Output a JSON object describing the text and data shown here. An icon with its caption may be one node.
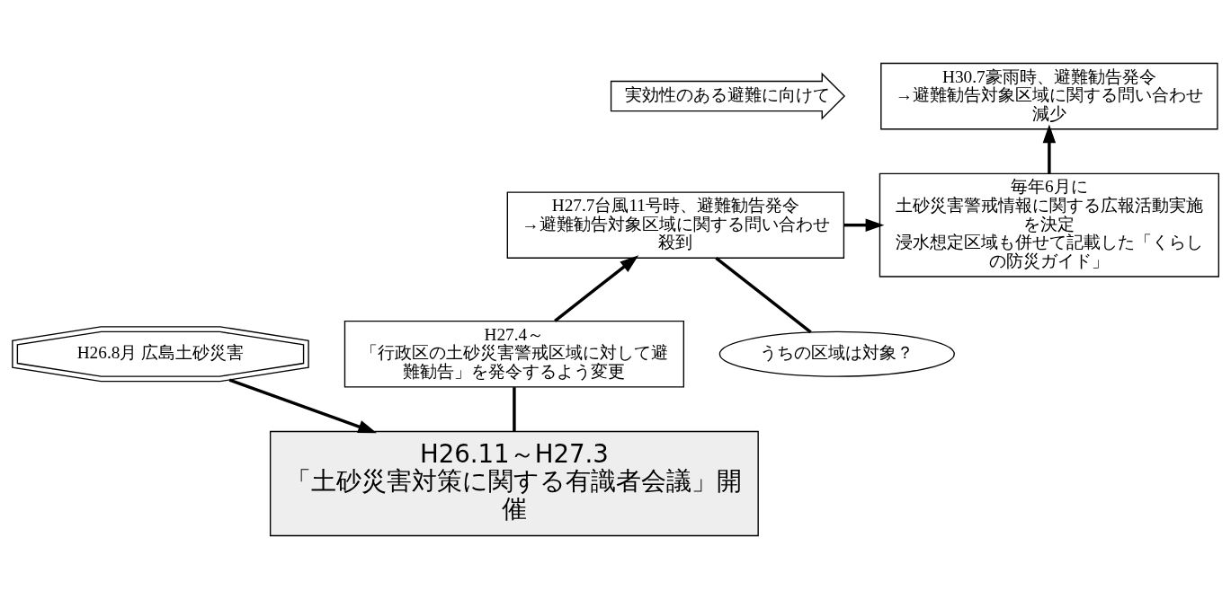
{
  "diagram": {
    "nodes": [
      {
        "text": [
          "実効性のある避難に向けて"
        ]
      },
      {
        "text": [
          "H30.7豪雨時、避難勧告発令",
          "→避難勧告対象区域に関する問い合わせ減少"
        ]
      },
      {
        "text": [
          "毎年6月に",
          "土砂災害警戒情報に関する広報活動実施を決定",
          "浸水想定区域も併せて記載した「くらしの防災ガイド」"
        ]
      },
      {
        "text": [
          "H27.7台風11号時、避難勧告発令",
          "→避難勧告対象区域に関する問い合わせ殺到"
        ]
      },
      {
        "text": [
          "H27.4～",
          "「行政区の土砂災害警戒区域に対して避難勧告」を発令するよう変更"
        ]
      },
      {
        "text": [
          "H26.8月 広島土砂災害"
        ]
      },
      {
        "text": [
          "うちの区域は対象？"
        ]
      },
      {
        "text": [
          "H26.11～H27.3",
          "「土砂災害対策に関する有識者会議」開催"
        ]
      }
    ],
    "edges": [
      {
        "from": 5,
        "to": 7,
        "arrow": "to"
      },
      {
        "from": 7,
        "to": 4,
        "arrow": "none"
      },
      {
        "from": 4,
        "to": 3,
        "arrow": "to"
      },
      {
        "from": 3,
        "to": 2,
        "arrow": "to"
      },
      {
        "from": 2,
        "to": 1,
        "arrow": "to"
      },
      {
        "from": 6,
        "to": 3,
        "arrow": "none"
      }
    ]
  }
}
